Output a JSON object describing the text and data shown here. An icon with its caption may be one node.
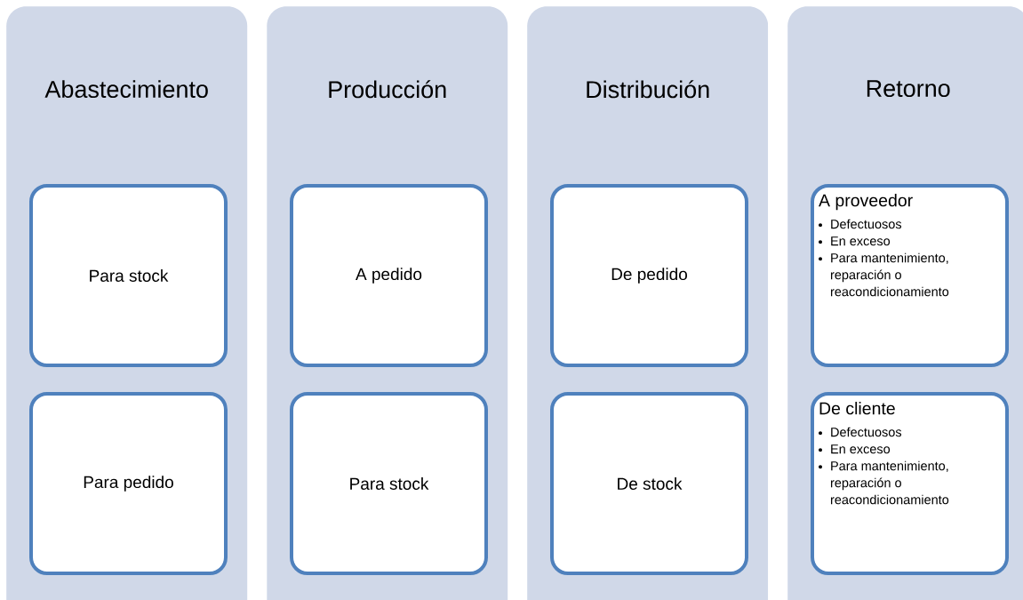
{
  "diagram": {
    "nodes": [
      {
        "text": [
          "Abastecimiento"
        ]
      },
      {
        "text": [
          "Para stock"
        ],
        "in": 0
      },
      {
        "text": [
          "Para pedido"
        ],
        "in": 0
      },
      {
        "text": [
          "Producción"
        ]
      },
      {
        "text": [
          "A pedido"
        ],
        "in": 3
      },
      {
        "text": [
          "Para stock"
        ],
        "in": 3
      },
      {
        "text": [
          "Distribución"
        ]
      },
      {
        "text": [
          "De pedido"
        ],
        "in": 6
      },
      {
        "text": [
          "De stock"
        ],
        "in": 6
      },
      {
        "text": [
          "Retorno"
        ]
      },
      {
        "text": [
          "A proveedor",
          "Defectuosos",
          "En exceso",
          "Para mantenimiento, reparación o reacondicionamiento"
        ],
        "in": 9
      },
      {
        "text": [
          "De cliente",
          "Defectuosos",
          "En exceso",
          "Para mantenimiento, reparación o reacondicionamiento"
        ],
        "in": 9
      }
    ]
  }
}
